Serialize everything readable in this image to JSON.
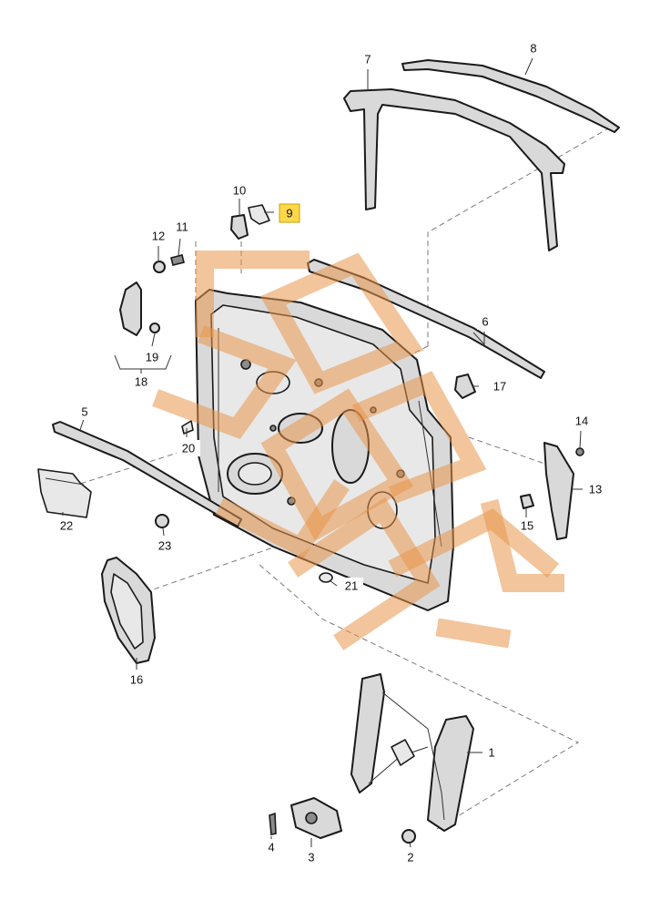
{
  "diagram": {
    "callouts": [
      {
        "id": "1",
        "label": "1",
        "highlighted": false
      },
      {
        "id": "2",
        "label": "2",
        "highlighted": false
      },
      {
        "id": "3",
        "label": "3",
        "highlighted": false
      },
      {
        "id": "4",
        "label": "4",
        "highlighted": false
      },
      {
        "id": "5",
        "label": "5",
        "highlighted": false
      },
      {
        "id": "6",
        "label": "6",
        "highlighted": false
      },
      {
        "id": "7",
        "label": "7",
        "highlighted": false
      },
      {
        "id": "8",
        "label": "8",
        "highlighted": false
      },
      {
        "id": "9",
        "label": "9",
        "highlighted": true
      },
      {
        "id": "10",
        "label": "10",
        "highlighted": false
      },
      {
        "id": "11",
        "label": "11",
        "highlighted": false
      },
      {
        "id": "12",
        "label": "12",
        "highlighted": false
      },
      {
        "id": "13",
        "label": "13",
        "highlighted": false
      },
      {
        "id": "14",
        "label": "14",
        "highlighted": false
      },
      {
        "id": "15",
        "label": "15",
        "highlighted": false
      },
      {
        "id": "16",
        "label": "16",
        "highlighted": false
      },
      {
        "id": "17",
        "label": "17",
        "highlighted": false
      },
      {
        "id": "18",
        "label": "18",
        "highlighted": false
      },
      {
        "id": "19",
        "label": "19",
        "highlighted": false
      },
      {
        "id": "20",
        "label": "20",
        "highlighted": false
      },
      {
        "id": "21",
        "label": "21",
        "highlighted": false
      },
      {
        "id": "22",
        "label": "22",
        "highlighted": false
      },
      {
        "id": "23",
        "label": "23",
        "highlighted": false
      }
    ],
    "watermark_color": "#e8964a",
    "highlight_color": "#ffd84a"
  }
}
